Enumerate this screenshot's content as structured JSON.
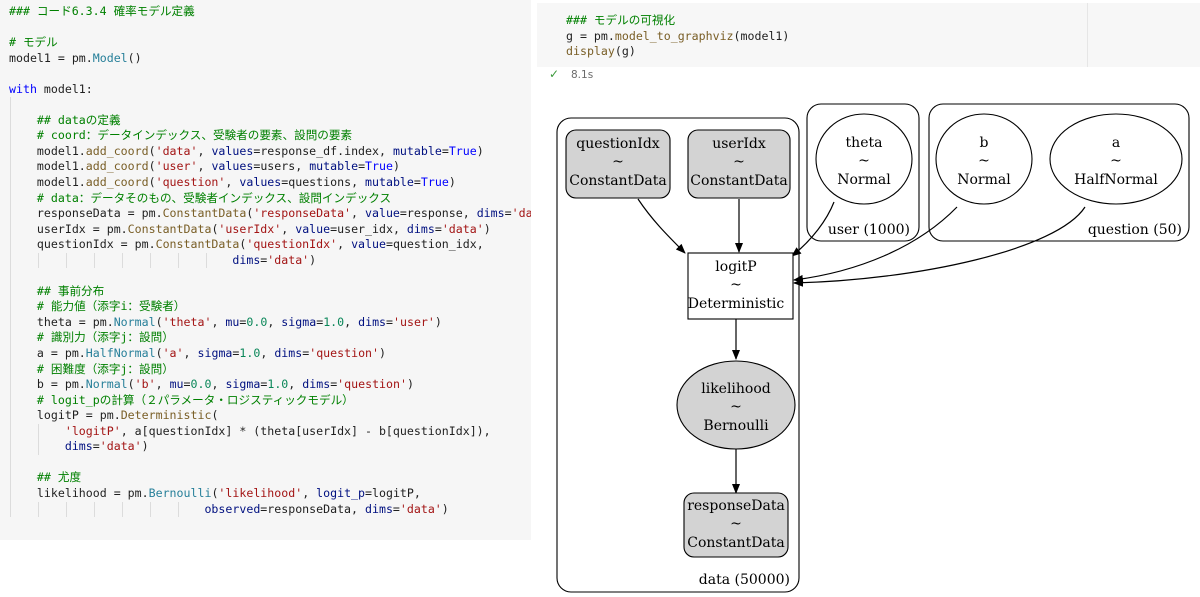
{
  "left_cell": {
    "lines": [
      {
        "indent": 0,
        "tokens": [
          {
            "t": "### コード6.3.4 確率モデル定義",
            "c": "comment"
          }
        ]
      },
      {
        "indent": 0,
        "tokens": []
      },
      {
        "indent": 0,
        "tokens": [
          {
            "t": "# モデル",
            "c": "comment"
          }
        ]
      },
      {
        "indent": 0,
        "tokens": [
          {
            "t": "model1 = pm.",
            "c": "default"
          },
          {
            "t": "Model",
            "c": "class"
          },
          {
            "t": "()",
            "c": "default"
          }
        ]
      },
      {
        "indent": 0,
        "tokens": []
      },
      {
        "indent": 0,
        "tokens": [
          {
            "t": "with",
            "c": "keyword"
          },
          {
            "t": " model1:",
            "c": "default"
          }
        ]
      },
      {
        "indent": 1,
        "tokens": []
      },
      {
        "indent": 1,
        "tokens": [
          {
            "t": "    ## dataの定義",
            "c": "comment"
          }
        ]
      },
      {
        "indent": 1,
        "tokens": [
          {
            "t": "    # coord：データインデックス、受験者の要素、設問の要素",
            "c": "comment"
          }
        ]
      },
      {
        "indent": 1,
        "tokens": [
          {
            "t": "    model1.",
            "c": "default"
          },
          {
            "t": "add_coord",
            "c": "func"
          },
          {
            "t": "(",
            "c": "default"
          },
          {
            "t": "'data'",
            "c": "string"
          },
          {
            "t": ", ",
            "c": "default"
          },
          {
            "t": "values",
            "c": "param"
          },
          {
            "t": "=response_df.index, ",
            "c": "default"
          },
          {
            "t": "mutable",
            "c": "param"
          },
          {
            "t": "=",
            "c": "default"
          },
          {
            "t": "True",
            "c": "keyword"
          },
          {
            "t": ")",
            "c": "default"
          }
        ]
      },
      {
        "indent": 1,
        "tokens": [
          {
            "t": "    model1.",
            "c": "default"
          },
          {
            "t": "add_coord",
            "c": "func"
          },
          {
            "t": "(",
            "c": "default"
          },
          {
            "t": "'user'",
            "c": "string"
          },
          {
            "t": ", ",
            "c": "default"
          },
          {
            "t": "values",
            "c": "param"
          },
          {
            "t": "=users, ",
            "c": "default"
          },
          {
            "t": "mutable",
            "c": "param"
          },
          {
            "t": "=",
            "c": "default"
          },
          {
            "t": "True",
            "c": "keyword"
          },
          {
            "t": ")",
            "c": "default"
          }
        ]
      },
      {
        "indent": 1,
        "tokens": [
          {
            "t": "    model1.",
            "c": "default"
          },
          {
            "t": "add_coord",
            "c": "func"
          },
          {
            "t": "(",
            "c": "default"
          },
          {
            "t": "'question'",
            "c": "string"
          },
          {
            "t": ", ",
            "c": "default"
          },
          {
            "t": "values",
            "c": "param"
          },
          {
            "t": "=questions, ",
            "c": "default"
          },
          {
            "t": "mutable",
            "c": "param"
          },
          {
            "t": "=",
            "c": "default"
          },
          {
            "t": "True",
            "c": "keyword"
          },
          {
            "t": ")",
            "c": "default"
          }
        ]
      },
      {
        "indent": 1,
        "tokens": [
          {
            "t": "    # data：データそのもの、受験者インデックス、設問インデックス",
            "c": "comment"
          }
        ]
      },
      {
        "indent": 1,
        "tokens": [
          {
            "t": "    responseData = pm.",
            "c": "default"
          },
          {
            "t": "ConstantData",
            "c": "func"
          },
          {
            "t": "(",
            "c": "default"
          },
          {
            "t": "'responseData'",
            "c": "string"
          },
          {
            "t": ", ",
            "c": "default"
          },
          {
            "t": "value",
            "c": "param"
          },
          {
            "t": "=response, ",
            "c": "default"
          },
          {
            "t": "dims",
            "c": "param"
          },
          {
            "t": "=",
            "c": "default"
          },
          {
            "t": "'data'",
            "c": "string"
          },
          {
            "t": ")",
            "c": "default"
          }
        ]
      },
      {
        "indent": 1,
        "tokens": [
          {
            "t": "    userIdx = pm.",
            "c": "default"
          },
          {
            "t": "ConstantData",
            "c": "func"
          },
          {
            "t": "(",
            "c": "default"
          },
          {
            "t": "'userIdx'",
            "c": "string"
          },
          {
            "t": ", ",
            "c": "default"
          },
          {
            "t": "value",
            "c": "param"
          },
          {
            "t": "=user_idx, ",
            "c": "default"
          },
          {
            "t": "dims",
            "c": "param"
          },
          {
            "t": "=",
            "c": "default"
          },
          {
            "t": "'data'",
            "c": "string"
          },
          {
            "t": ")",
            "c": "default"
          }
        ]
      },
      {
        "indent": 1,
        "tokens": [
          {
            "t": "    questionIdx = pm.",
            "c": "default"
          },
          {
            "t": "ConstantData",
            "c": "func"
          },
          {
            "t": "(",
            "c": "default"
          },
          {
            "t": "'questionIdx'",
            "c": "string"
          },
          {
            "t": ", ",
            "c": "default"
          },
          {
            "t": "value",
            "c": "param"
          },
          {
            "t": "=question_idx,",
            "c": "default"
          }
        ]
      },
      {
        "indent": 8,
        "tokens": [
          {
            "t": "                                ",
            "c": "default"
          },
          {
            "t": "dims",
            "c": "param"
          },
          {
            "t": "=",
            "c": "default"
          },
          {
            "t": "'data'",
            "c": "string"
          },
          {
            "t": ")",
            "c": "default"
          }
        ]
      },
      {
        "indent": 1,
        "tokens": []
      },
      {
        "indent": 1,
        "tokens": [
          {
            "t": "    ## 事前分布",
            "c": "comment"
          }
        ]
      },
      {
        "indent": 1,
        "tokens": [
          {
            "t": "    # 能力値（添字i：受験者）",
            "c": "comment"
          }
        ]
      },
      {
        "indent": 1,
        "tokens": [
          {
            "t": "    theta = pm.",
            "c": "default"
          },
          {
            "t": "Normal",
            "c": "class"
          },
          {
            "t": "(",
            "c": "default"
          },
          {
            "t": "'theta'",
            "c": "string"
          },
          {
            "t": ", ",
            "c": "default"
          },
          {
            "t": "mu",
            "c": "param"
          },
          {
            "t": "=",
            "c": "default"
          },
          {
            "t": "0.0",
            "c": "number"
          },
          {
            "t": ", ",
            "c": "default"
          },
          {
            "t": "sigma",
            "c": "param"
          },
          {
            "t": "=",
            "c": "default"
          },
          {
            "t": "1.0",
            "c": "number"
          },
          {
            "t": ", ",
            "c": "default"
          },
          {
            "t": "dims",
            "c": "param"
          },
          {
            "t": "=",
            "c": "default"
          },
          {
            "t": "'user'",
            "c": "string"
          },
          {
            "t": ")",
            "c": "default"
          }
        ]
      },
      {
        "indent": 1,
        "tokens": [
          {
            "t": "    # 識別力（添字j：設問）",
            "c": "comment"
          }
        ]
      },
      {
        "indent": 1,
        "tokens": [
          {
            "t": "    a = pm.",
            "c": "default"
          },
          {
            "t": "HalfNormal",
            "c": "class"
          },
          {
            "t": "(",
            "c": "default"
          },
          {
            "t": "'a'",
            "c": "string"
          },
          {
            "t": ", ",
            "c": "default"
          },
          {
            "t": "sigma",
            "c": "param"
          },
          {
            "t": "=",
            "c": "default"
          },
          {
            "t": "1.0",
            "c": "number"
          },
          {
            "t": ", ",
            "c": "default"
          },
          {
            "t": "dims",
            "c": "param"
          },
          {
            "t": "=",
            "c": "default"
          },
          {
            "t": "'question'",
            "c": "string"
          },
          {
            "t": ")",
            "c": "default"
          }
        ]
      },
      {
        "indent": 1,
        "tokens": [
          {
            "t": "    # 困難度（添字j：設問）",
            "c": "comment"
          }
        ]
      },
      {
        "indent": 1,
        "tokens": [
          {
            "t": "    b = pm.",
            "c": "default"
          },
          {
            "t": "Normal",
            "c": "class"
          },
          {
            "t": "(",
            "c": "default"
          },
          {
            "t": "'b'",
            "c": "string"
          },
          {
            "t": ", ",
            "c": "default"
          },
          {
            "t": "mu",
            "c": "param"
          },
          {
            "t": "=",
            "c": "default"
          },
          {
            "t": "0.0",
            "c": "number"
          },
          {
            "t": ", ",
            "c": "default"
          },
          {
            "t": "sigma",
            "c": "param"
          },
          {
            "t": "=",
            "c": "default"
          },
          {
            "t": "1.0",
            "c": "number"
          },
          {
            "t": ", ",
            "c": "default"
          },
          {
            "t": "dims",
            "c": "param"
          },
          {
            "t": "=",
            "c": "default"
          },
          {
            "t": "'question'",
            "c": "string"
          },
          {
            "t": ")",
            "c": "default"
          }
        ]
      },
      {
        "indent": 1,
        "tokens": [
          {
            "t": "    # logit_pの計算（２パラメータ・ロジスティックモデル）",
            "c": "comment"
          }
        ]
      },
      {
        "indent": 1,
        "tokens": [
          {
            "t": "    logitP = pm.",
            "c": "default"
          },
          {
            "t": "Deterministic",
            "c": "func"
          },
          {
            "t": "(",
            "c": "default"
          }
        ]
      },
      {
        "indent": 2,
        "tokens": [
          {
            "t": "        ",
            "c": "default"
          },
          {
            "t": "'logitP'",
            "c": "string"
          },
          {
            "t": ", a[questionIdx] * (theta[userIdx] - b[questionIdx]),",
            "c": "default"
          }
        ]
      },
      {
        "indent": 2,
        "tokens": [
          {
            "t": "        ",
            "c": "default"
          },
          {
            "t": "dims",
            "c": "param"
          },
          {
            "t": "=",
            "c": "default"
          },
          {
            "t": "'data'",
            "c": "string"
          },
          {
            "t": ")",
            "c": "default"
          }
        ]
      },
      {
        "indent": 1,
        "tokens": []
      },
      {
        "indent": 1,
        "tokens": [
          {
            "t": "    ## 尤度",
            "c": "comment"
          }
        ]
      },
      {
        "indent": 1,
        "tokens": [
          {
            "t": "    likelihood = pm.",
            "c": "default"
          },
          {
            "t": "Bernoulli",
            "c": "class"
          },
          {
            "t": "(",
            "c": "default"
          },
          {
            "t": "'likelihood'",
            "c": "string"
          },
          {
            "t": ", ",
            "c": "default"
          },
          {
            "t": "logit_p",
            "c": "param"
          },
          {
            "t": "=logitP,",
            "c": "default"
          }
        ]
      },
      {
        "indent": 7,
        "tokens": [
          {
            "t": "                            ",
            "c": "default"
          },
          {
            "t": "observed",
            "c": "param"
          },
          {
            "t": "=responseData, ",
            "c": "default"
          },
          {
            "t": "dims",
            "c": "param"
          },
          {
            "t": "=",
            "c": "default"
          },
          {
            "t": "'data'",
            "c": "string"
          },
          {
            "t": ")",
            "c": "default"
          }
        ]
      }
    ]
  },
  "right_cell": {
    "lines": [
      {
        "tokens": [
          {
            "t": "### モデルの可視化",
            "c": "comment"
          }
        ]
      },
      {
        "tokens": [
          {
            "t": "g = pm.",
            "c": "default"
          },
          {
            "t": "model_to_graphviz",
            "c": "func"
          },
          {
            "t": "(model1)",
            "c": "default"
          }
        ]
      },
      {
        "tokens": [
          {
            "t": "display",
            "c": "func"
          },
          {
            "t": "(g)",
            "c": "default"
          }
        ]
      }
    ],
    "exec_check": "✓",
    "exec_time": "8.1s"
  },
  "graph": {
    "plates": {
      "data": "data (50000)",
      "user": "user (1000)",
      "question": "question (50)"
    },
    "nodes": {
      "questionIdx": {
        "name": "questionIdx",
        "tilde": "~",
        "dist": "ConstantData"
      },
      "userIdx": {
        "name": "userIdx",
        "tilde": "~",
        "dist": "ConstantData"
      },
      "theta": {
        "name": "theta",
        "tilde": "~",
        "dist": "Normal"
      },
      "b": {
        "name": "b",
        "tilde": "~",
        "dist": "Normal"
      },
      "a": {
        "name": "a",
        "tilde": "~",
        "dist": "HalfNormal"
      },
      "logitP": {
        "name": "logitP",
        "tilde": "~",
        "dist": "Deterministic"
      },
      "likelihood": {
        "name": "likelihood",
        "tilde": "~",
        "dist": "Bernoulli"
      },
      "responseData": {
        "name": "responseData",
        "tilde": "~",
        "dist": "ConstantData"
      }
    }
  },
  "colors": {
    "code_bg": "#f6f6f6",
    "comment": "#008000",
    "keyword": "#0000ff",
    "string": "#a31515",
    "node_fill_observed": "#d3d3d3"
  }
}
